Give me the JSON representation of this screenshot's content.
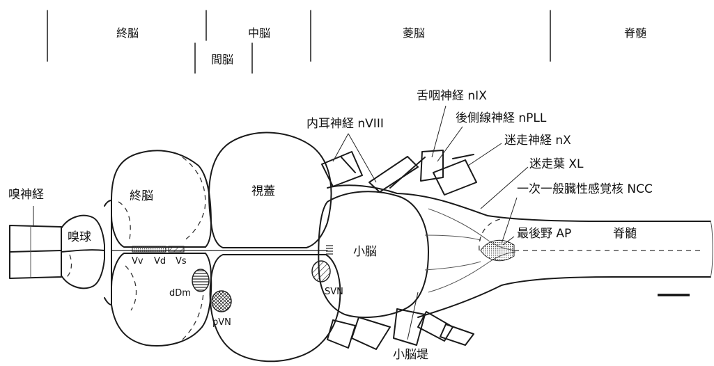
{
  "regions": {
    "telencephalon": "終脳",
    "mesencephalon": "中脳",
    "diencephalon": "間脳",
    "rhombencephalon": "菱脳",
    "spinal_cord": "脊髄"
  },
  "labels": {
    "olfactory_nerve": "嗅神経",
    "olfactory_bulb": "嗅球",
    "telencephalon": "終脳",
    "optic_tectum": "視蓋",
    "cerebellum": "小脳",
    "inner_ear_nerve": "内耳神経 nVIII",
    "glossopharyngeal_nerve": "舌咽神経 nIX",
    "posterior_lateral_line_nerve": "後側線神経 nPLL",
    "vagus_nerve": "迷走神経 nX",
    "vagal_lobe": "迷走葉 XL",
    "ncc": "一次一般臓性感覚核 NCC",
    "area_postrema": "最後野 AP",
    "spinal_cord": "脊髄",
    "vv": "Vv",
    "vd": "Vd",
    "vs": "Vs",
    "ddm": "dDm",
    "pvn": "pVN",
    "svn": "SVN",
    "cerebellar_crest": "小脳堤"
  }
}
